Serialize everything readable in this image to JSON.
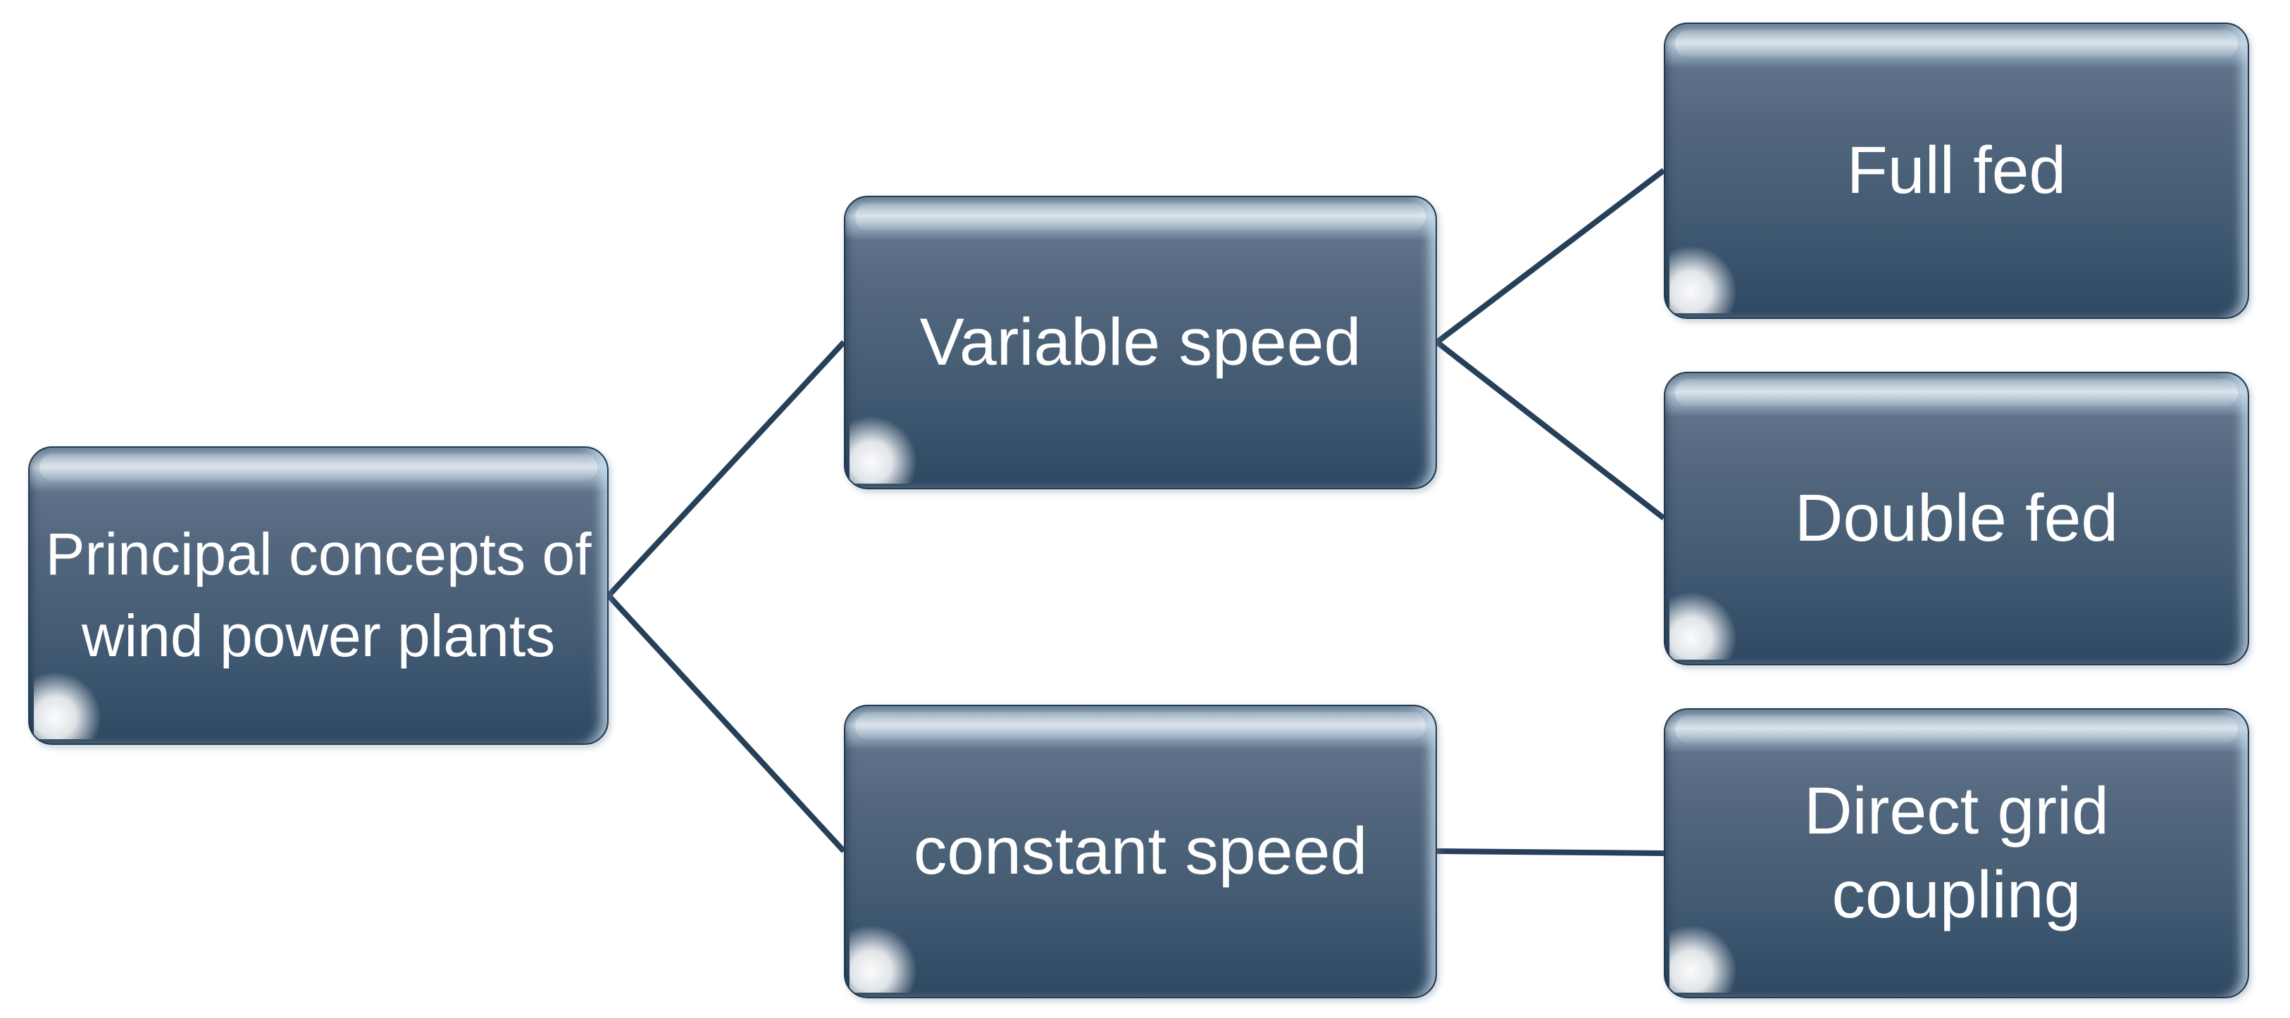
{
  "diagram": {
    "title": "Principal concepts of wind power plants hierarchy",
    "background_color": "#ffffff",
    "box_highlight_color": "#c2d1df",
    "box_mid_color": "#4a6076",
    "box_bottom_color": "#2e4861",
    "box_border_color": "#23394e",
    "connector_color": "#26405a",
    "text_color": "#ffffff",
    "nodes": {
      "root": {
        "label": "Principal concepts of wind power plants",
        "level": 1
      },
      "variable": {
        "label": "Variable speed",
        "level": 2
      },
      "constant": {
        "label": "constant speed",
        "level": 2
      },
      "full_fed": {
        "label": "Full fed",
        "level": 3
      },
      "double_fed": {
        "label": "Double fed",
        "level": 3
      },
      "direct_grid": {
        "label": "Direct grid coupling",
        "level": 3
      }
    },
    "edges": [
      {
        "from": "root",
        "to": "variable"
      },
      {
        "from": "root",
        "to": "constant"
      },
      {
        "from": "variable",
        "to": "full_fed"
      },
      {
        "from": "variable",
        "to": "double_fed"
      },
      {
        "from": "constant",
        "to": "direct_grid"
      }
    ]
  }
}
